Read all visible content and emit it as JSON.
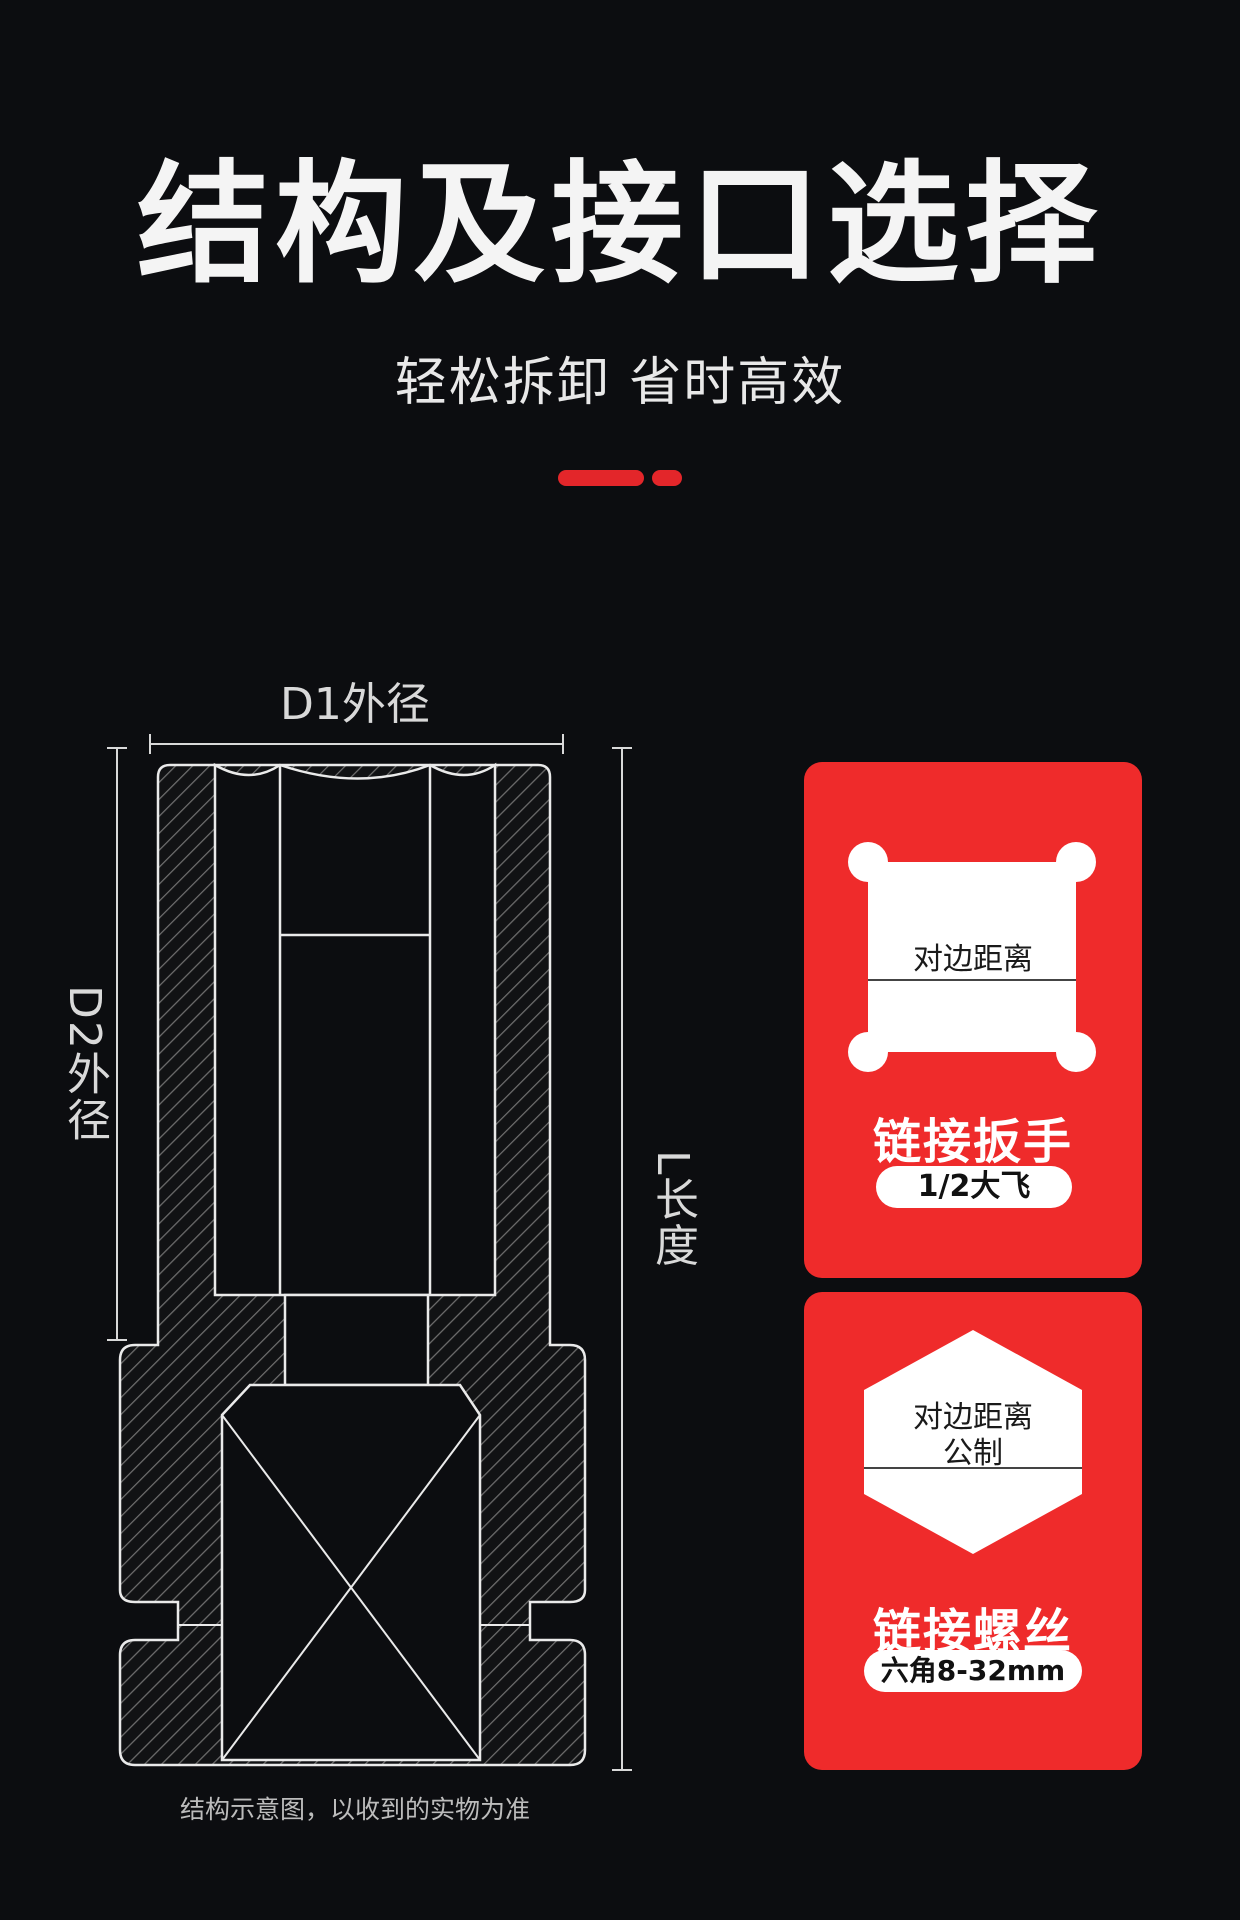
{
  "header": {
    "title": "结构及接口选择",
    "subtitle": "轻松拆卸  省时高效"
  },
  "dimensions": {
    "d1": "D1外径",
    "d2": "D2外径",
    "length": "L长度"
  },
  "note": "结构示意图，以收到的实物为准",
  "cards": [
    {
      "shape_label": "对边距离",
      "caption": "链接扳手",
      "spec": "1/2大飞",
      "icon": "square-drive-icon"
    },
    {
      "shape_label_line1": "对边距离",
      "shape_label_line2": "公制",
      "caption": "链接螺丝",
      "spec": "六角8-32mm",
      "icon": "hexagon-nut-icon"
    }
  ],
  "colors": {
    "background": "#0c0d10",
    "accent": "#e3262a",
    "card": "#ef2b2b"
  }
}
